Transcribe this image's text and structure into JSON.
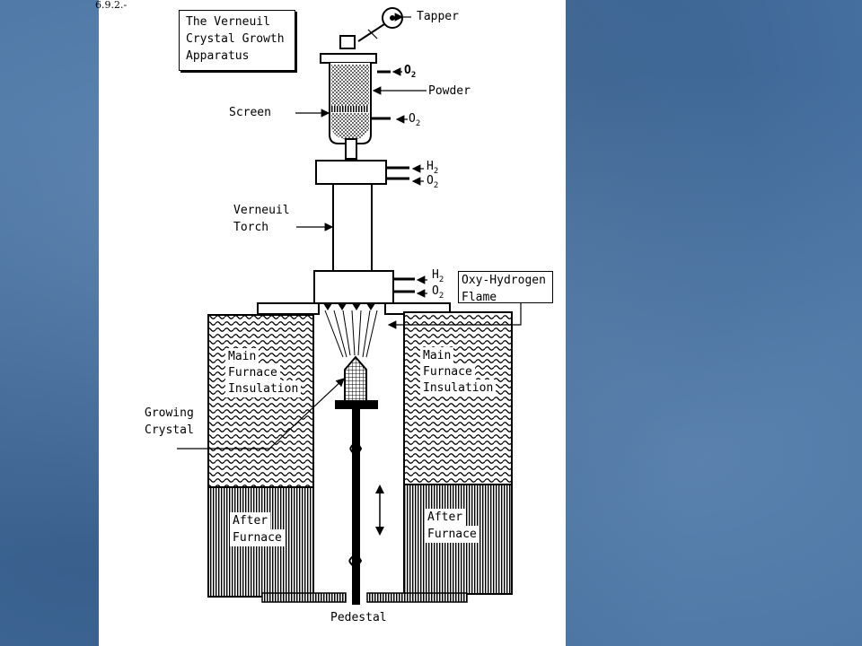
{
  "figure_number": "6.9.2.-",
  "title_lines": [
    "The Verneuil",
    "Crystal Growth",
    "Apparatus"
  ],
  "labels": {
    "tapper": "Tapper",
    "powder": "Powder",
    "screen": "Screen",
    "o2_top": "O",
    "o2_mid": "O",
    "h2_a": "H",
    "o2_a": "O",
    "verneuil_torch_1": "Verneuil",
    "verneuil_torch_2": "Torch",
    "h2_b": "H",
    "o2_b": "O",
    "flame_1": "Oxy-Hydrogen",
    "flame_2": "Flame",
    "main_left_1": "Main",
    "main_left_2": "Furnace",
    "main_left_3": "Insulation",
    "main_right_1": "Main",
    "main_right_2": "Furnace",
    "main_right_3": "Insulation",
    "growing_1": "Growing",
    "growing_2": "Crystal",
    "after_left_1": "After",
    "after_left_2": "Furnace",
    "after_right_1": "After",
    "after_right_2": "Furnace",
    "pedestal": "Pedestal",
    "subscript": "2"
  }
}
